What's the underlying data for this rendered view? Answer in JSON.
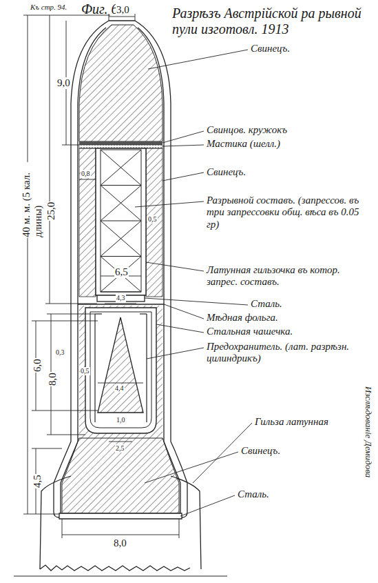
{
  "diagram": {
    "title": "Разрѣзъ Австрійской ра рывной пули изготовл. 1913",
    "labels": [
      "Фиг. 68.",
      "Къ стр. 94.",
      "3,0",
      "9,0",
      "25,0",
      "40 м. м. (5 кал. длины)",
      "0,8",
      "0,5",
      "6,5",
      "4,3",
      "2,5",
      "0,3",
      "0,5",
      "4,4",
      "6,0",
      "8,0",
      "1,0",
      "4,5",
      "8,0",
      "Свинецъ.",
      "Свинцов. кружокъ",
      "Мастика (шелл.)",
      "Свинецъ.",
      "Разрывной составъ. (запрессов. въ три запрессовки общ. вѣса въ 0.05 гр)",
      "Латунная гильзочка въ котор. запрес. составъ.",
      "Сталь.",
      "Мѣдная фольга.",
      "Стальная чашечка.",
      "Предохранитель. (лат. разрѣзн. цилиндрикъ)",
      "Гильза латунная",
      "Свинецъ.",
      "Сталь.",
      "Изслѣдованіе Демидова"
    ]
  }
}
